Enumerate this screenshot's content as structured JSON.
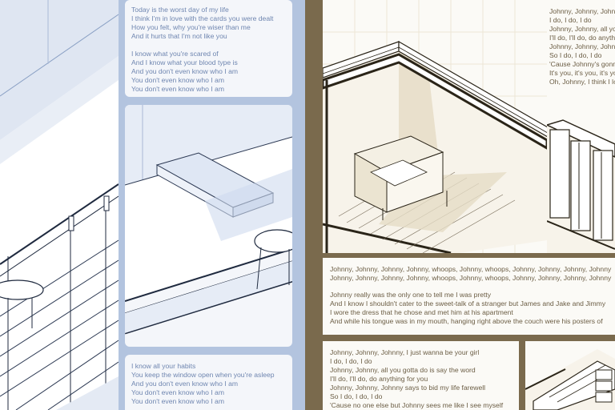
{
  "palette": {
    "blue_frame": "#b3c4df",
    "blue_text": "#6f86b0",
    "brown_frame": "#7a6a4d",
    "brown_text": "#6b5d44",
    "cream": "#fbfaf6"
  },
  "left_top_lyrics": [
    "Today is the worst day of my life",
    "I think I'm in love with the cards you were dealt",
    "How you felt, why you're wiser than me",
    "And it hurts that I'm not like you",
    "",
    "I know what you're scared of",
    "And I know what your blood type is",
    "And you don't even know who I am",
    "You don't even know who I am",
    "You don't even know who I am"
  ],
  "left_bottom_lyrics": [
    "I know all your habits",
    "You keep the window open when you're asleep",
    "And you don't even know who I am",
    "You don't even know who I am",
    "You don't even know who I am"
  ],
  "right_top_lyrics": [
    "Johnny, Johnny, Johnny, Johnny",
    "I do, I do, I do",
    "Johnny, Johnny, all you gotta do is say the word",
    "I'll do, I'll do, do anything for you",
    "Johnny, Johnny, Johnny says to bid my life farewell",
    "So I do, I do, I do",
    "'Cause Johnny's gonna take me home",
    "It's you, it's you, it's you",
    "Oh, Johnny, I think I love you"
  ],
  "right_middle_lyrics": [
    "Johnny, Johnny, Johnny, Johnny, whoops, Johnny, whoops, Johnny, Johnny, Johnny, Johnny",
    "Johnny, Johnny, Johnny, Johnny, whoops, Johnny, whoops, Johnny, Johnny, Johnny, Johnny",
    "",
    "Johnny really was the only one to tell me I was pretty",
    "And I know I shouldn't cater to the sweet-talk of a stranger but James and Jake and Jimmy",
    "I wore the dress that he chose and met him at his apartment",
    "And while his tongue was in my mouth, hanging right above the couch were his posters of"
  ],
  "right_bottom_lyrics": [
    "Johnny, Johnny, Johnny, I just wanna be your girl",
    "I do, I do, I do",
    "Johnny, Johnny, all you gotta do is say the word",
    "I'll do, I'll do, do anything for you",
    "Johnny, Johnny, Johnny says to bid my life farewell",
    "So I do, I do, I do",
    "'Cause no one else but Johnny sees me like I see myself"
  ],
  "icons": [
    "isometric-balcony-illustration",
    "isometric-bench-illustration",
    "isometric-attic-illustration",
    "isometric-cabinet-illustration"
  ]
}
